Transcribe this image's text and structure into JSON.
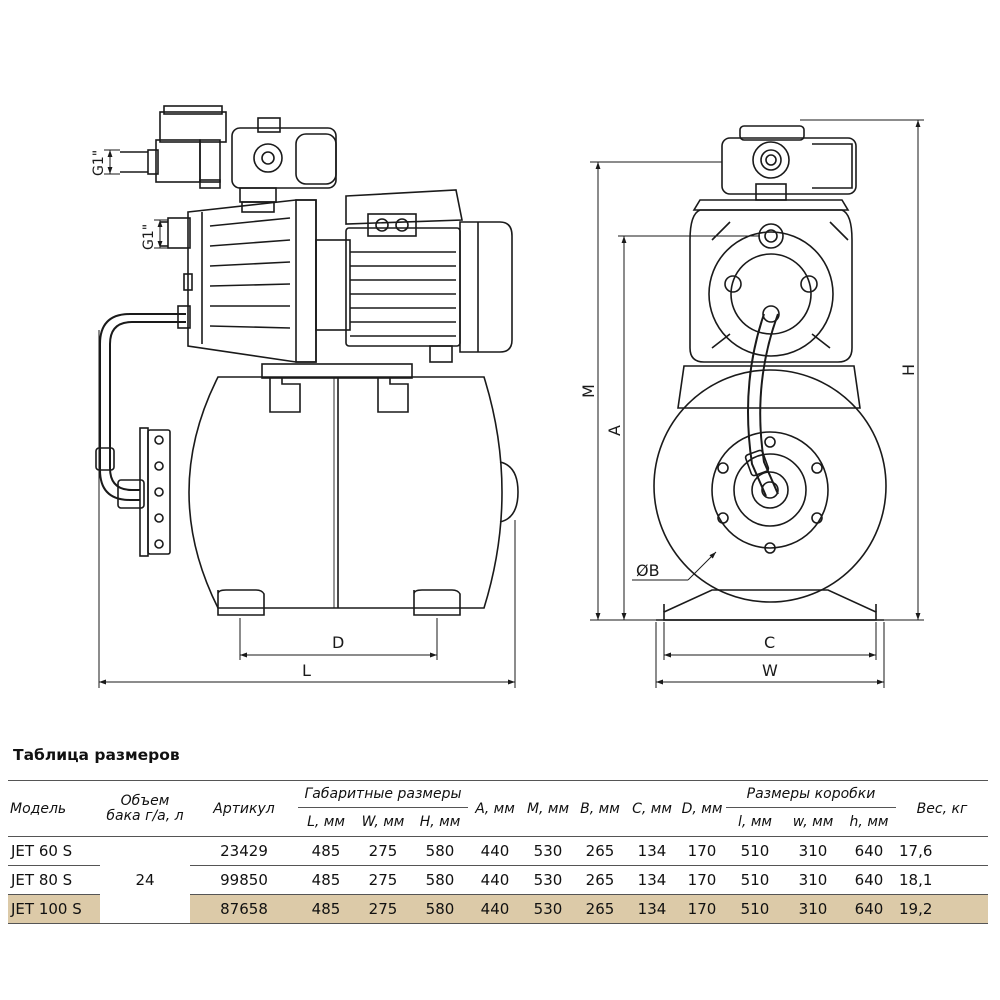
{
  "drawing": {
    "labels": {
      "inlet_thread_top": "G1\"",
      "inlet_thread_side": "G1\"",
      "dim_D": "D",
      "dim_L": "L",
      "dim_M": "M",
      "dim_A": "A",
      "dim_H": "H",
      "dim_C": "C",
      "dim_W": "W",
      "dim_B": "ØB"
    },
    "line_color": "#1a1a1a"
  },
  "table": {
    "title": "Таблица размеров",
    "headers": {
      "model": "Модель",
      "tank_volume": "Объем бака г/а, л",
      "article": "Артикул",
      "overall_dims": "Габаритные размеры",
      "L": "L, мм",
      "W": "W, мм",
      "H": "H, мм",
      "A": "А, мм",
      "M": "М, мм",
      "B": "В, мм",
      "C": "С, мм",
      "D": "D, мм",
      "box_dims": "Размеры коробки",
      "box_l": "l, мм",
      "box_w": "w, мм",
      "box_h": "h, мм",
      "weight": "Вес, кг"
    },
    "tank_volume_shared": "24",
    "highlight_color": "#dccaa8",
    "rows": [
      {
        "model": "JET 60 S",
        "article": "23429",
        "L": "485",
        "W": "275",
        "H": "580",
        "A": "440",
        "M": "530",
        "B": "265",
        "C": "134",
        "D": "170",
        "box_l": "510",
        "box_w": "310",
        "box_h": "640",
        "weight": "17,6"
      },
      {
        "model": "JET 80 S",
        "article": "99850",
        "L": "485",
        "W": "275",
        "H": "580",
        "A": "440",
        "M": "530",
        "B": "265",
        "C": "134",
        "D": "170",
        "box_l": "510",
        "box_w": "310",
        "box_h": "640",
        "weight": "18,1"
      },
      {
        "model": "JET 100 S",
        "article": "87658",
        "L": "485",
        "W": "275",
        "H": "580",
        "A": "440",
        "M": "530",
        "B": "265",
        "C": "134",
        "D": "170",
        "box_l": "510",
        "box_w": "310",
        "box_h": "640",
        "weight": "19,2"
      }
    ]
  }
}
